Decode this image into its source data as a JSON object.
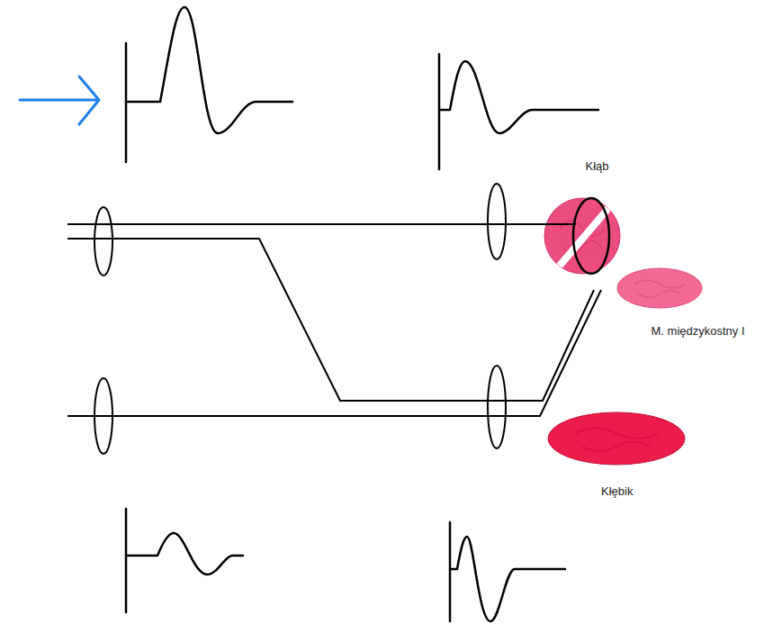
{
  "diagram": {
    "nodes": [
      {
        "text": [
          "Kłąb"
        ]
      },
      {
        "text": [
          "M. międzykostny I"
        ]
      },
      {
        "text": [
          "Kłębik"
        ]
      }
    ]
  }
}
